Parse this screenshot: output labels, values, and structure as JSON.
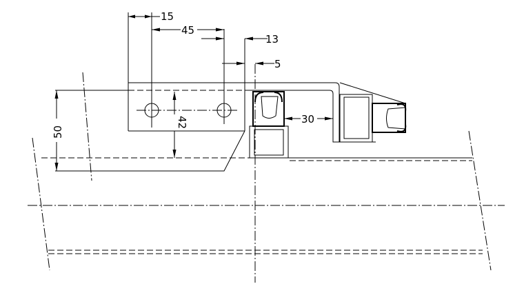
{
  "drawing": {
    "title": "Bracket and seal cross-section",
    "dimensions": {
      "d15": "15",
      "d45": "45",
      "d13": "13",
      "d5": "5",
      "d30": "30",
      "d42": "42",
      "d50": "50"
    }
  }
}
